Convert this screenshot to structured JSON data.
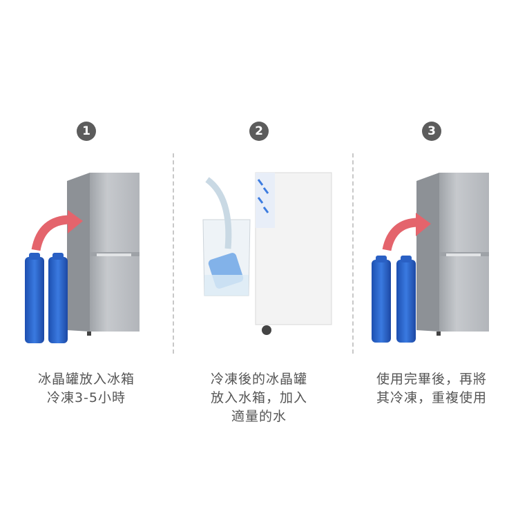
{
  "colors": {
    "badge": "#5c5c5c",
    "arrow": "#e4646c",
    "fridge": "#b9bcc0",
    "ice_pack": "#2b63c8"
  },
  "steps": [
    {
      "number": "1",
      "caption_lines": [
        "冰晶罐放入冰箱",
        "冷凍3-5小時"
      ]
    },
    {
      "number": "2",
      "caption_lines": [
        "冷凍後的冰晶罐",
        "放入水箱，加入",
        "適量的水"
      ]
    },
    {
      "number": "3",
      "caption_lines": [
        "使用完畢後，再將",
        "其冷凍，重複使用"
      ]
    }
  ]
}
